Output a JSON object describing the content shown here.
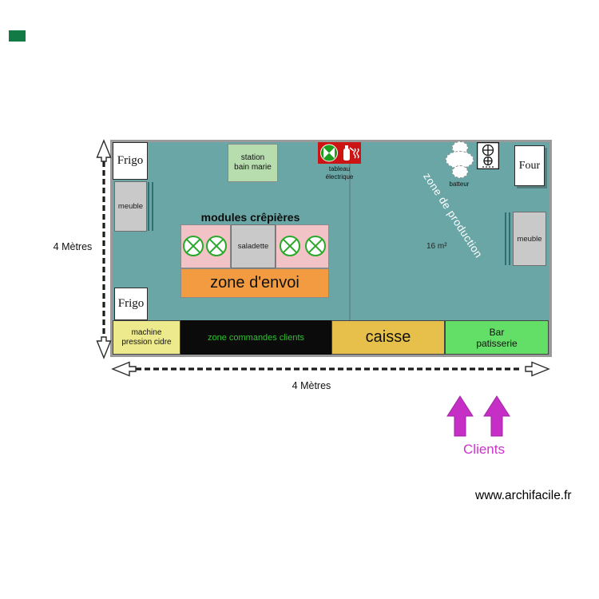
{
  "marker": {
    "color": "#117a45"
  },
  "plan": {
    "dim_height_label": "4 Mètres",
    "dim_width_label": "4 Mètres",
    "room": {
      "zone_label": "zone de production",
      "area_label": "16 m²"
    },
    "objects": {
      "frigo_top": "Frigo",
      "meuble_left": "meuble",
      "station_line1": "station",
      "station_line2": "bain marie",
      "tableau_line1": "tableau",
      "tableau_line2": "électrique",
      "batteur_label": "batteur",
      "four": "Four",
      "meuble_right": "meuble",
      "modules_title": "modules crêpières",
      "saladette": "saladette",
      "zone_envoi": "zone d'envoi",
      "frigo_bottom": "Frigo"
    },
    "counter": {
      "machine_line1": "machine",
      "machine_line2": "pression cidre",
      "commandes": "zone commandes clients",
      "caisse": "caisse",
      "bar_line1": "Bar",
      "bar_line2": "patisserie"
    }
  },
  "clients": {
    "label": "Clients"
  },
  "watermark": "www.archifacile.fr",
  "colors": {
    "room_teal": "#6aa6a6",
    "plan_border": "#9a9a9a",
    "pink_module": "#f2c3c6",
    "orange_envoi": "#f39b40",
    "yellow_machine": "#ede98d",
    "black_commandes": "#0b0b0b",
    "green_commandes_text": "#2fc22f",
    "gold_caisse": "#e6c04a",
    "green_bar": "#63de66",
    "green_station": "#b7dcae",
    "gray_furniture": "#c9c9c9",
    "red_tableau": "#cc1414",
    "green_crepe": "#2aa82a",
    "magenta_clients": "#cc33cc"
  }
}
